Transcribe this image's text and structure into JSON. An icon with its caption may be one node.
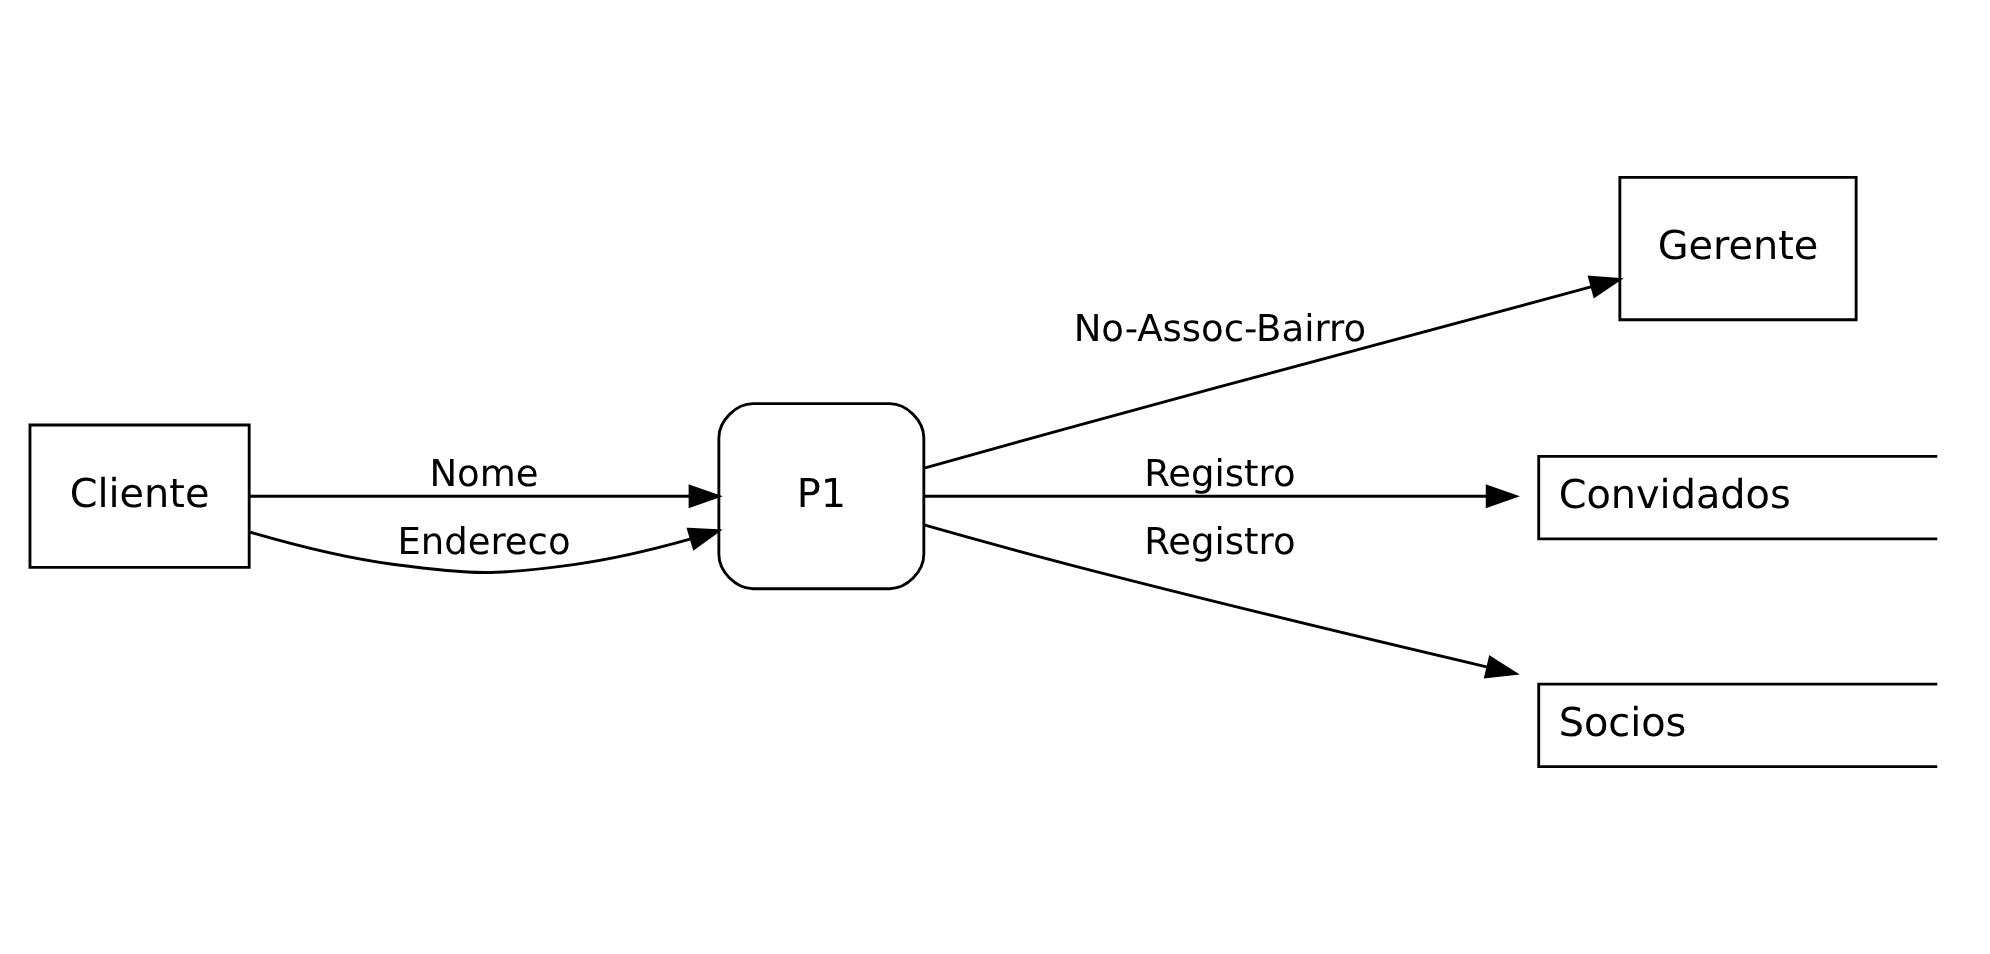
{
  "diagram": {
    "nodes": [
      {
        "text": [
          "Cliente"
        ]
      },
      {
        "text": [
          "P1"
        ]
      },
      {
        "text": [
          "Gerente"
        ]
      },
      {
        "text": [
          "Convidados"
        ]
      },
      {
        "text": [
          "Socios"
        ]
      }
    ],
    "edges": [
      {
        "from": 0,
        "to": 1,
        "arrow": "to",
        "label": "Nome"
      },
      {
        "from": 0,
        "to": 1,
        "arrow": "to",
        "label": "Endereco"
      },
      {
        "from": 1,
        "to": 2,
        "arrow": "to",
        "label": "No-Assoc-Bairro"
      },
      {
        "from": 1,
        "to": 3,
        "arrow": "to",
        "label": "Registro"
      },
      {
        "from": 1,
        "to": 4,
        "arrow": "to",
        "label": "Registro"
      }
    ]
  }
}
